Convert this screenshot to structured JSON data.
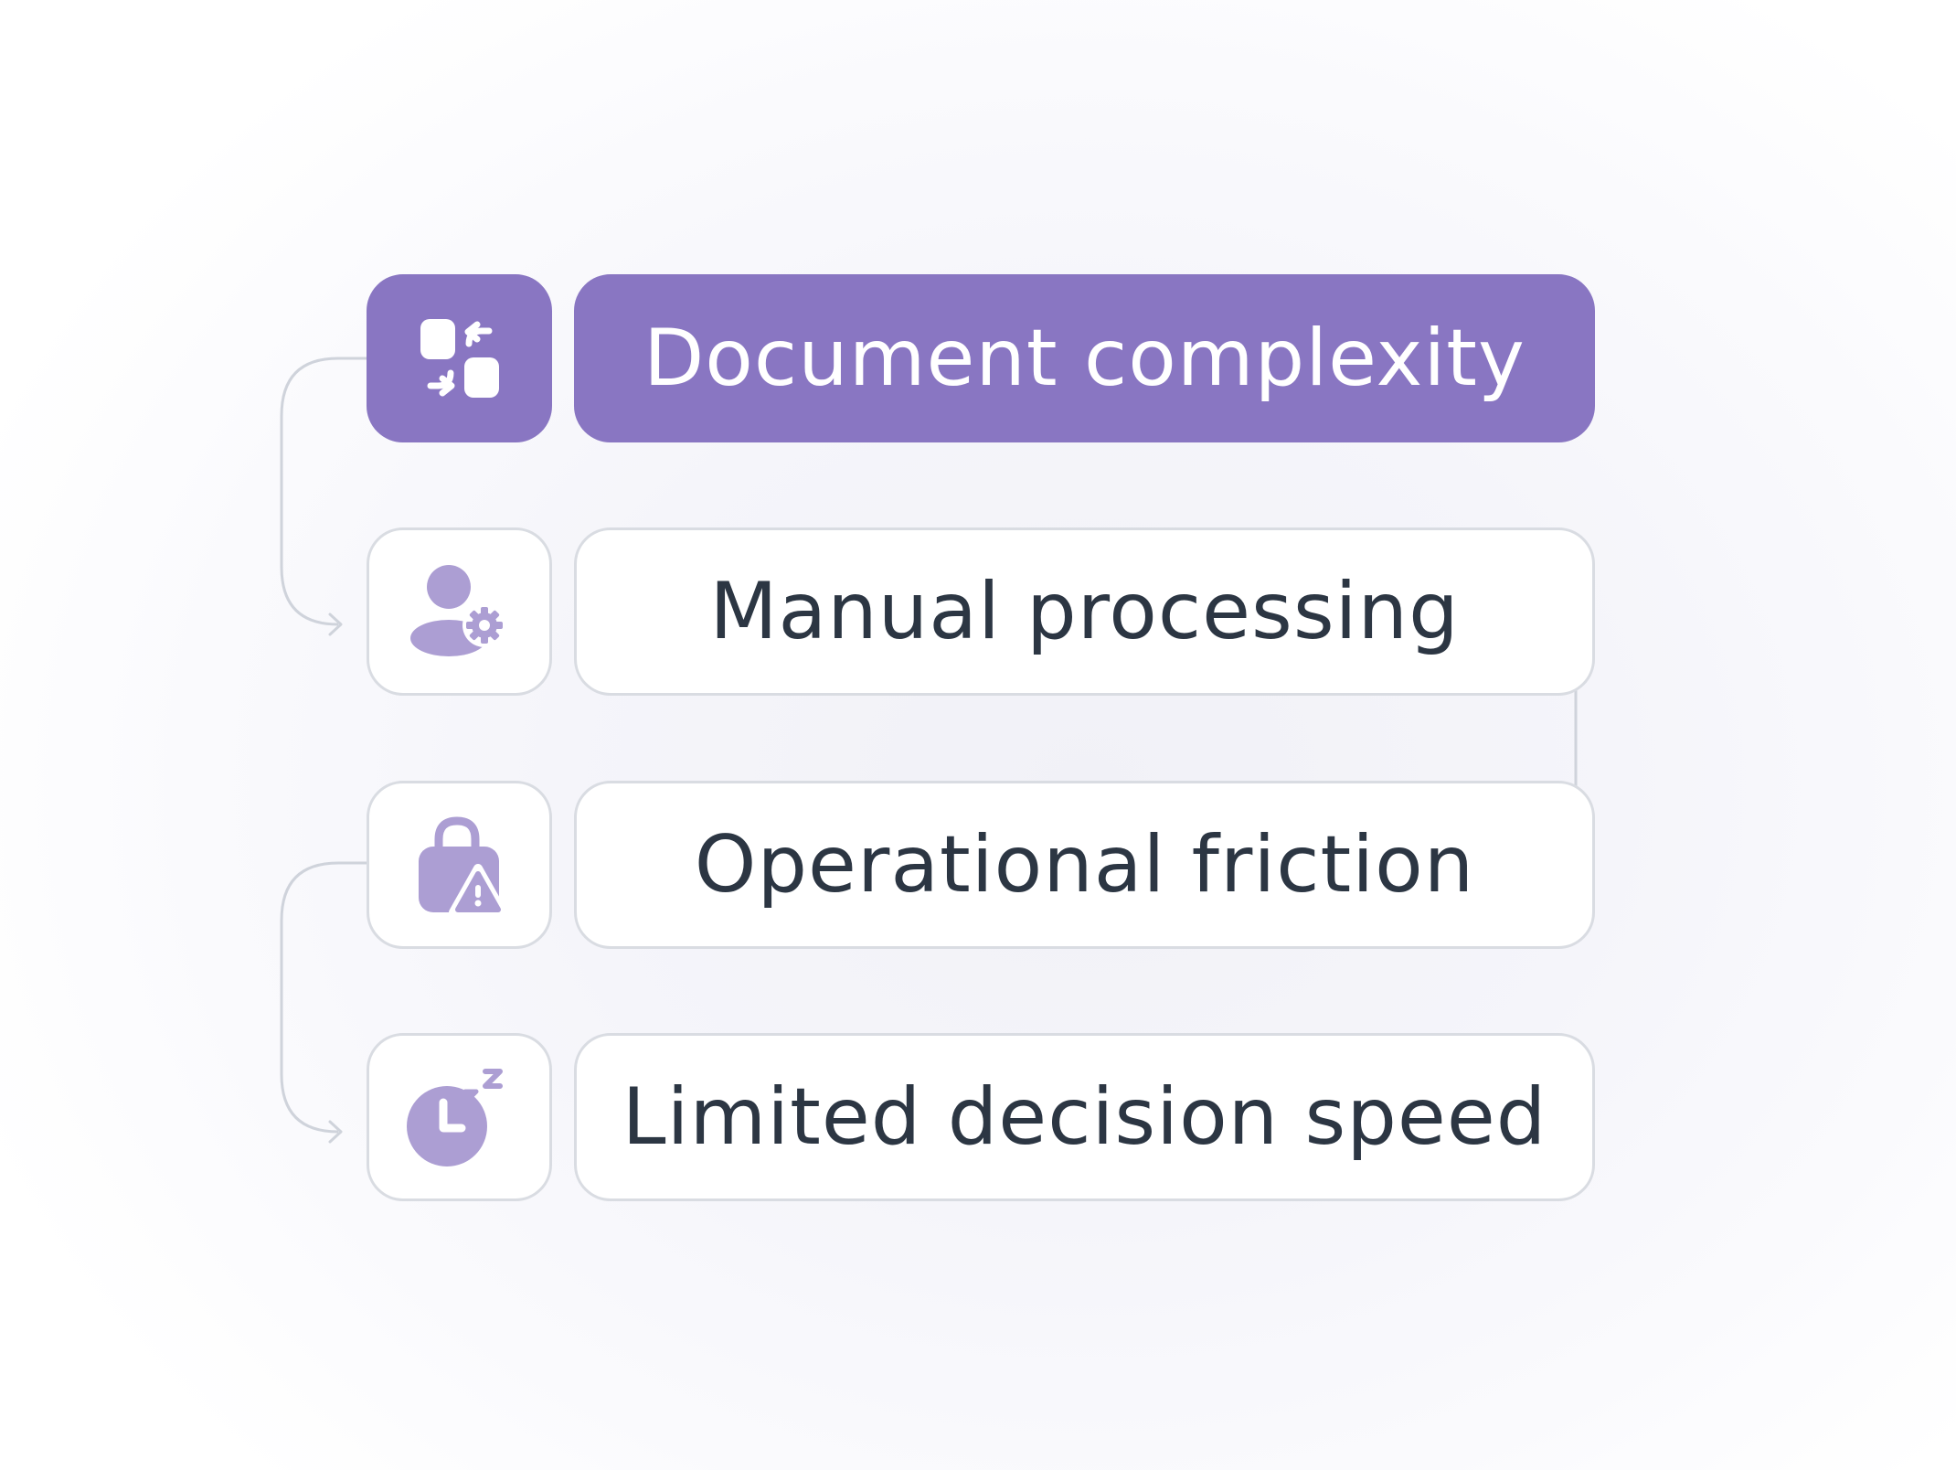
{
  "colors": {
    "accent": "#8976c2",
    "icon_fill": "#ac9ed3",
    "text": "#2c3643",
    "border": "#d9dce2",
    "connector": "#cfd3db"
  },
  "steps": [
    {
      "label": "Document complexity",
      "icon": "document-swap-icon",
      "active": true
    },
    {
      "label": "Manual processing",
      "icon": "user-gear-icon",
      "active": false
    },
    {
      "label": "Operational friction",
      "icon": "lock-warning-icon",
      "active": false
    },
    {
      "label": "Limited decision speed",
      "icon": "clock-sleep-icon",
      "active": false
    }
  ]
}
